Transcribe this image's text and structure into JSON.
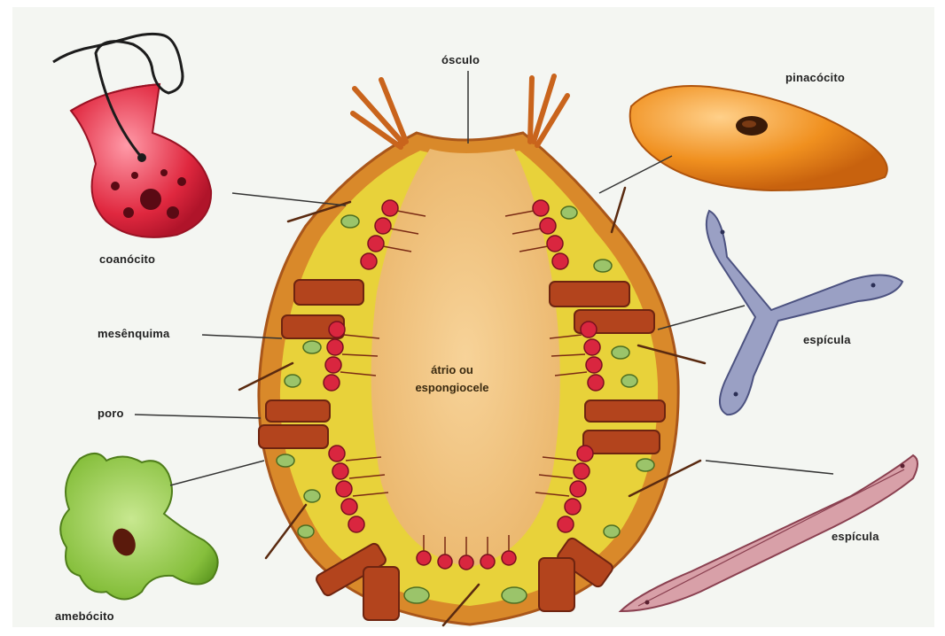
{
  "labels": {
    "osculo": "ósculo",
    "pinacocito": "pinacócito",
    "coanocito": "coanócito",
    "mesenquima": "mesênquima",
    "espicula_1": "espícula",
    "poro": "poro",
    "atrio_line1": "átrio ou",
    "atrio_line2": "espongiocele",
    "espicula_2": "espícula",
    "amebocito": "amebócito"
  },
  "colors": {
    "body_wall": "#d9892a",
    "atrium": "#f2c27a",
    "mesenchyme": "#e8d23a",
    "choanocyte": "#d9263f",
    "pinacocyte": "#ee8a1c",
    "spicule": "#9aa0c4",
    "amebocyte": "#8cc23e"
  }
}
